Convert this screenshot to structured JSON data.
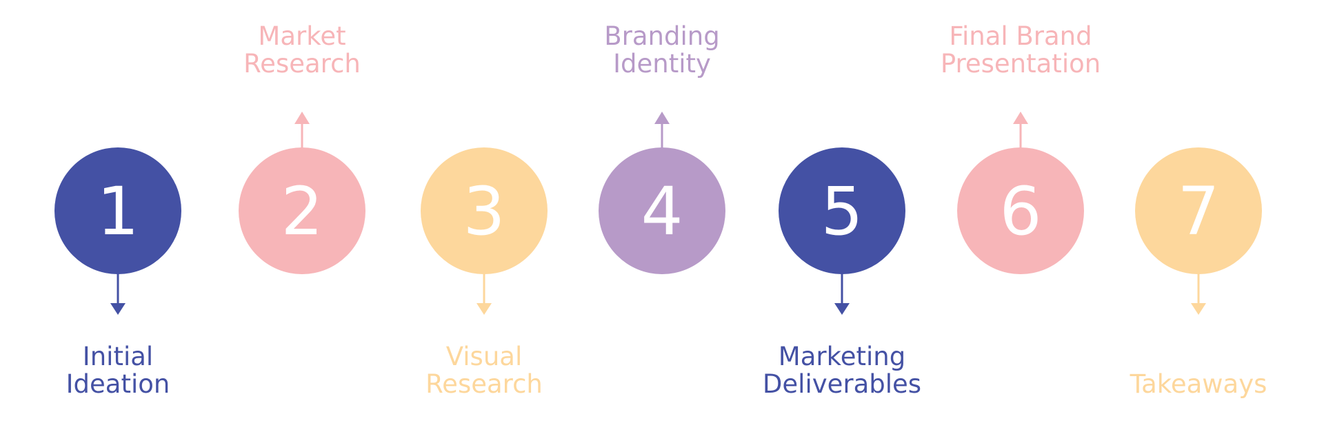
{
  "colors": {
    "navy": "#4451A4",
    "pink": "#F7B5B8",
    "yellow": "#FDD79C",
    "purple": "#B79AC8",
    "number_text": "#FFFFFF",
    "background": "#FFFFFF"
  },
  "steps": [
    {
      "number": "1",
      "color": "navy",
      "arrow": "down",
      "label": [
        "Initial",
        "Ideation"
      ]
    },
    {
      "number": "2",
      "color": "pink",
      "arrow": "up",
      "label": [
        "Market",
        "Research"
      ]
    },
    {
      "number": "3",
      "color": "yellow",
      "arrow": "down",
      "label": [
        "Visual",
        "Research"
      ]
    },
    {
      "number": "4",
      "color": "purple",
      "arrow": "up",
      "label": [
        "Branding",
        "Identity"
      ]
    },
    {
      "number": "5",
      "color": "navy",
      "arrow": "down",
      "label": [
        "Marketing",
        "Deliverables"
      ]
    },
    {
      "number": "6",
      "color": "pink",
      "arrow": "up",
      "label": [
        "Final Brand",
        "Presentation"
      ]
    },
    {
      "number": "7",
      "color": "yellow",
      "arrow": "down",
      "label": [
        "Takeaways"
      ]
    }
  ]
}
